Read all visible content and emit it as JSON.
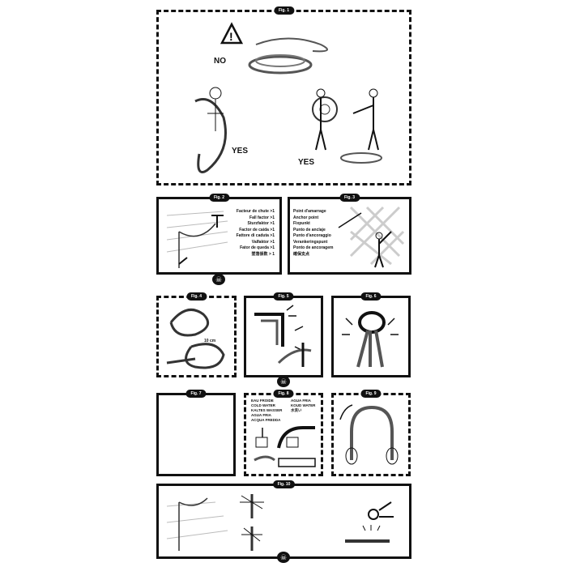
{
  "figures": {
    "fig1": {
      "label": "Fig. 1",
      "no": "NO",
      "yes1": "YES",
      "yes2": "YES"
    },
    "fig2": {
      "label": "Fig. 2",
      "lines": [
        "Facteur de chute >1",
        "Fall factor >1",
        "Sturzfaktor >1",
        "Factor de caida >1",
        "Fattore di caduta >1",
        "Valfaktor >1",
        "Fator de queda >1",
        "墜落係数 > 1"
      ]
    },
    "fig3": {
      "label": "Fig. 3",
      "lines": [
        "Point d'amarrage",
        "Anchor point",
        "Fixpunkt",
        "Punto de anclaje",
        "Punto d'ancoraggio",
        "Verankeringspunt",
        "Ponto de ancoragem",
        "確保支点"
      ]
    },
    "fig4": {
      "label": "Fig. 4",
      "note": "10 cm"
    },
    "fig5": {
      "label": "Fig. 5"
    },
    "fig6": {
      "label": "Fig. 6"
    },
    "fig7": {
      "label": "Fig. 7"
    },
    "fig8": {
      "label": "Fig. 8",
      "left": [
        "EAU FROIDE",
        "COLD WATER",
        "KALTES WASSER",
        "AGUA FRIA",
        "ACQUA FREDDA"
      ],
      "right": [
        "AGUA FRIA",
        "KOUD WATER",
        "水洗い"
      ]
    },
    "fig9": {
      "label": "Fig. 9"
    },
    "fig10": {
      "label": "Fig. 10"
    }
  }
}
